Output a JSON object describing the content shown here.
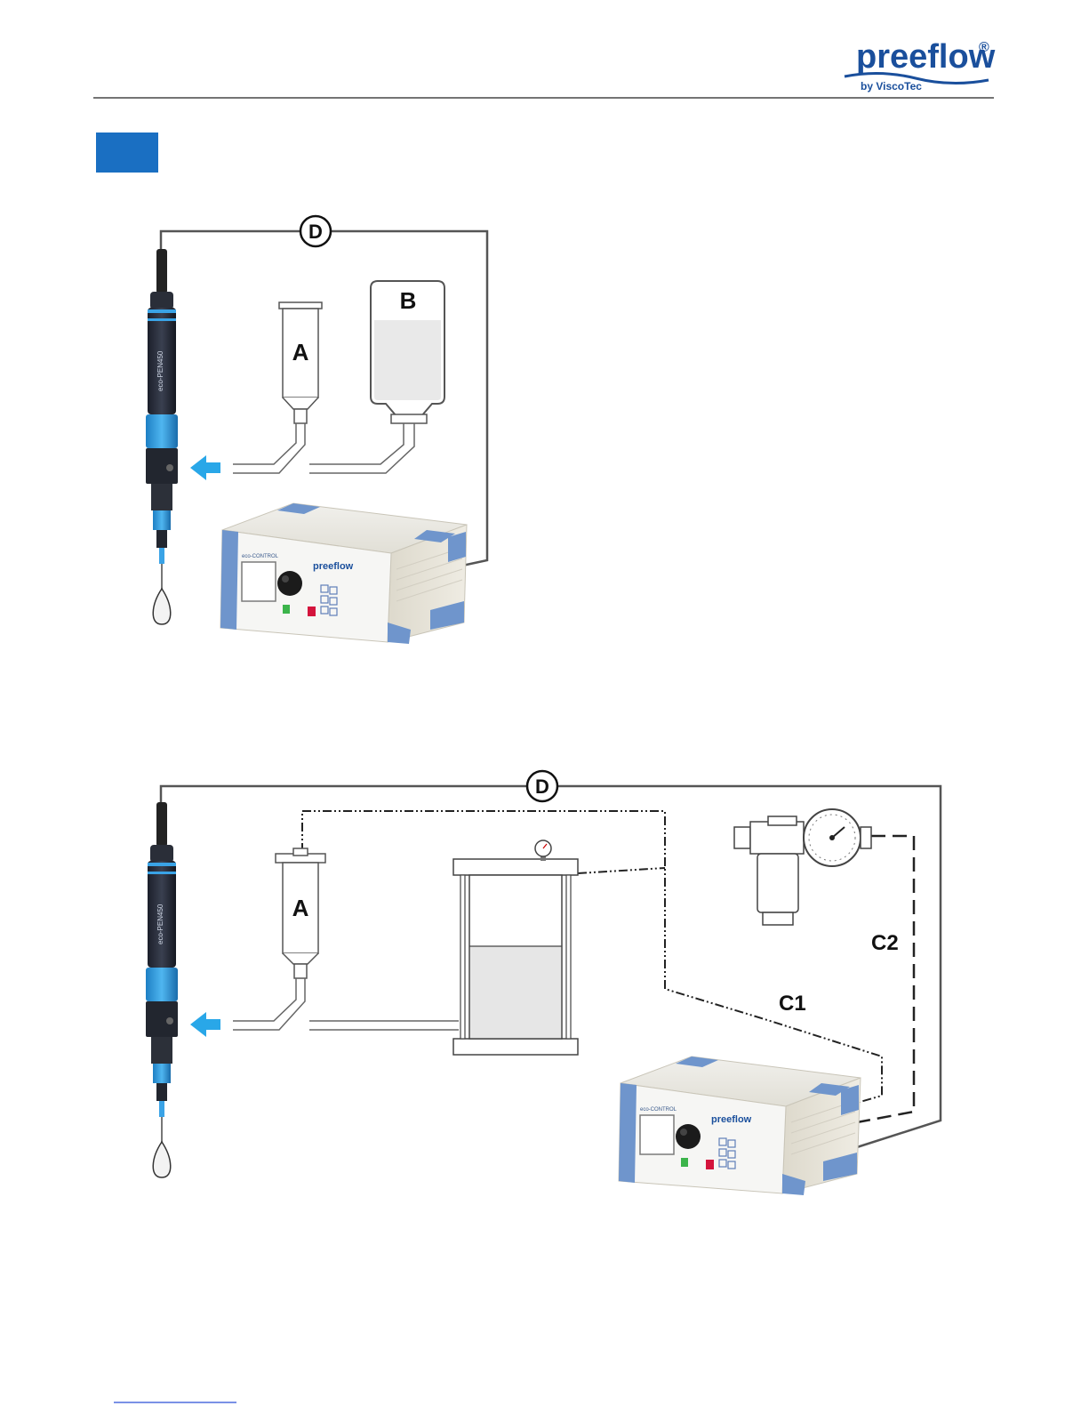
{
  "header": {
    "logo_text_main": "preeflow",
    "logo_registered": "®",
    "logo_sub": "by ViscoTec",
    "section_marker_color": "#1a6fc2"
  },
  "colors": {
    "accent_blue": "#1a6fc2",
    "pen_blue": "#3aa3e6",
    "arrow_blue": "#29a7e8",
    "line_gray": "#555555"
  },
  "diagram1": {
    "label_d": "D",
    "label_a": "A",
    "label_b": "B",
    "pen_brand": "eco-PEN450",
    "controller_brand": "preeflow",
    "controller_model": "eco-CONTROL"
  },
  "diagram2": {
    "label_d": "D",
    "label_a": "A",
    "label_c1": "C1",
    "label_c2": "C2",
    "pen_brand": "eco-PEN450",
    "controller_brand": "preeflow",
    "controller_model": "eco-CONTROL"
  }
}
